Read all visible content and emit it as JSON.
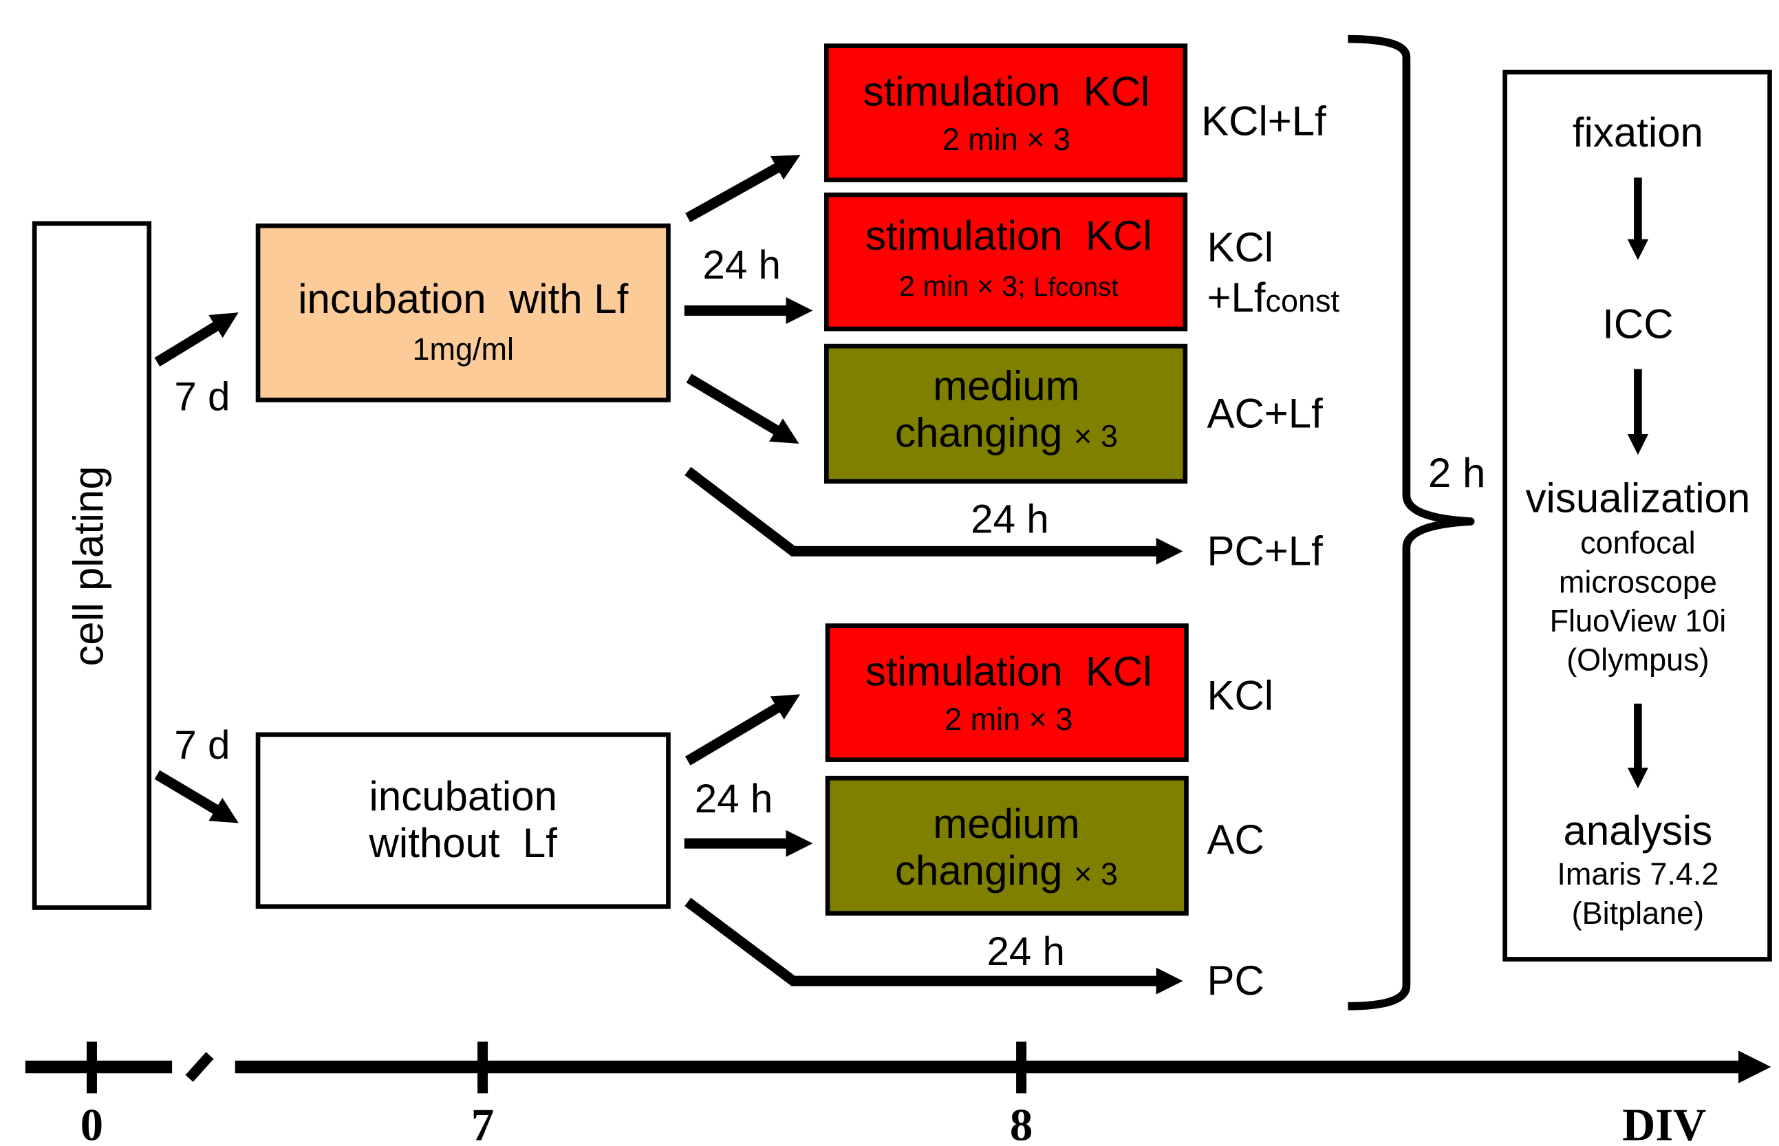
{
  "colors": {
    "incubation_lf": "#FCCB98",
    "stimulation": "#FF0000",
    "medium": "#808000",
    "stroke": "#000000"
  },
  "boxes": {
    "cell_plating": "cell plating",
    "incubation_with_lf": {
      "title": "incubation  with Lf",
      "dose": "1mg/ml"
    },
    "incubation_without_lf": {
      "line1": "incubation",
      "line2": "without  Lf"
    },
    "stim_kcl_lf": {
      "title": "stimulation  KCl",
      "detail": "2 min × 3"
    },
    "stim_kcl_lfconst": {
      "title": "stimulation  KCl",
      "detail": "2 min × 3; ",
      "detail_sub": "Lfconst"
    },
    "medium_lf": {
      "line1": "medium",
      "line2": "changing",
      "times": "× 3"
    },
    "stim_kcl": {
      "title": "stimulation  KCl",
      "detail": "2 min × 3"
    },
    "medium": {
      "line1": "medium",
      "line2": "changing",
      "times": "× 3"
    }
  },
  "group_labels": {
    "kcl_lf": "KCl+Lf",
    "kcl_lfconst_line1": "KCl",
    "kcl_lfconst_line2": "+Lf",
    "kcl_lfconst_sub": "const",
    "ac_lf": "AC+Lf",
    "pc_lf": "PC+Lf",
    "kcl": "KCl",
    "ac": "AC",
    "pc": "PC"
  },
  "durations": {
    "to_lf": "7 d",
    "to_nolf": "7 d",
    "lf_24h": "24 h",
    "lf_pc_24h": "24 h",
    "nolf_24h": "24 h",
    "nolf_pc_24h": "24 h",
    "bracket": "2 h"
  },
  "workflow": {
    "fixation": "fixation",
    "icc": "ICC",
    "visualization": "visualization",
    "vis_details": [
      "confocal",
      "microscope",
      "FluoView 10i",
      "(Olympus)"
    ],
    "analysis": "analysis",
    "analysis_details": [
      "Imaris 7.4.2",
      "(Bitplane)"
    ]
  },
  "timeline": {
    "ticks": [
      "0",
      "7",
      "8"
    ],
    "unit": "DIV"
  }
}
